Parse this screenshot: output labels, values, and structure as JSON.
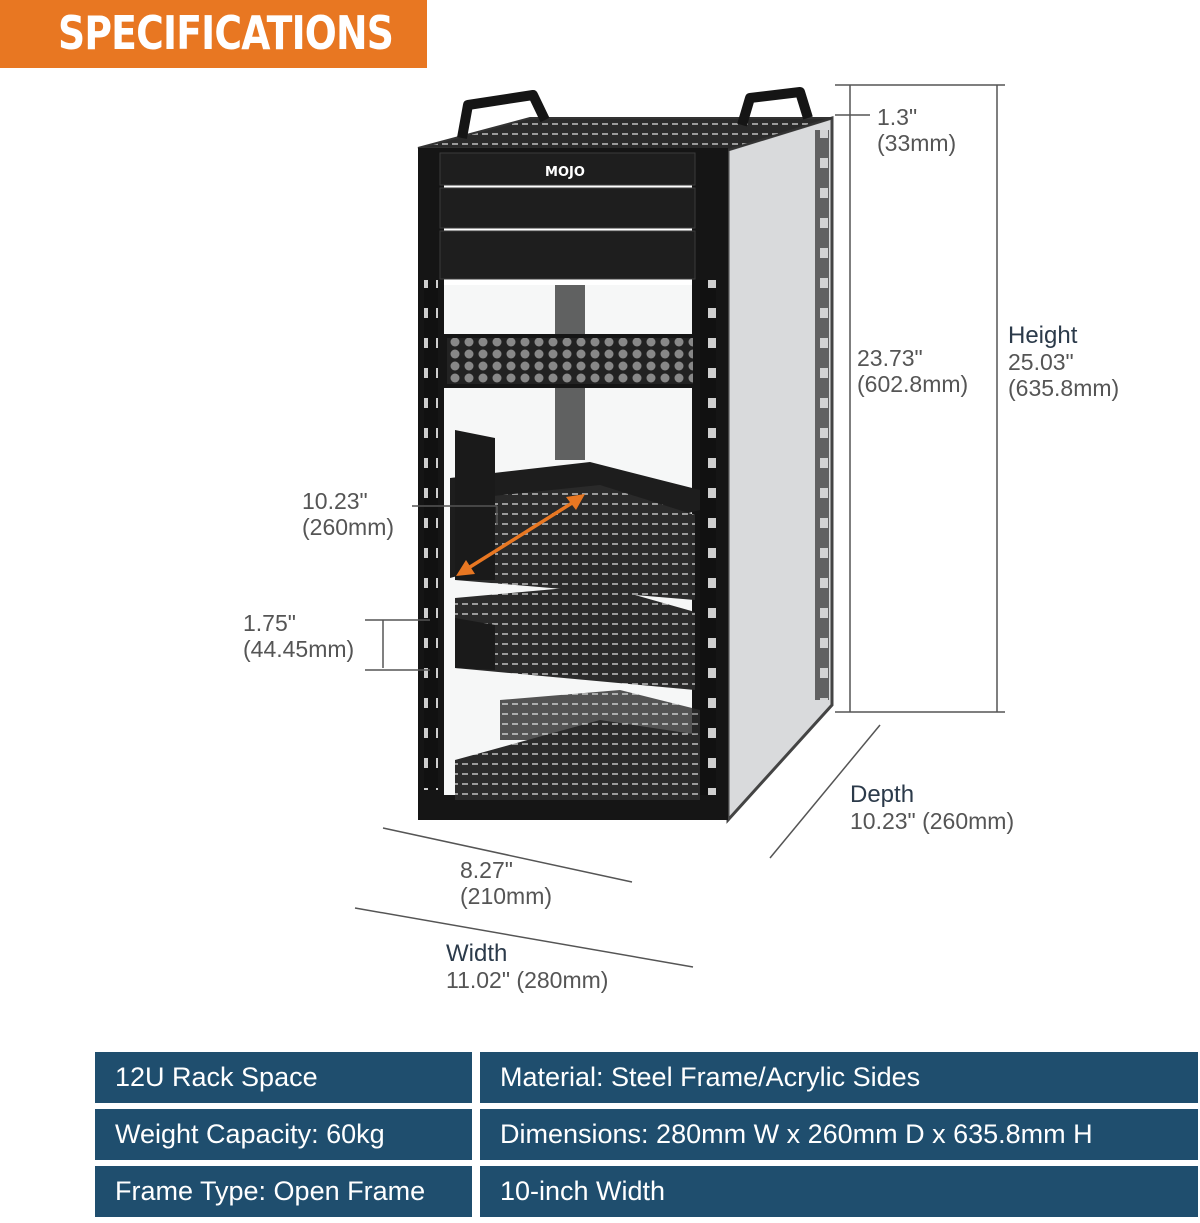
{
  "banner": {
    "title": "SPECIFICATIONS",
    "color": "#e87722"
  },
  "product": {
    "brand_logo": "MOJO"
  },
  "dimensions": {
    "top_gap": {
      "inch": "1.3\"",
      "mm": "(33mm)"
    },
    "frame_height": {
      "inch": "23.73\"",
      "mm": "(602.8mm)"
    },
    "height": {
      "label": "Height",
      "inch": "25.03\"",
      "mm": "(635.8mm)"
    },
    "shelf_depth": {
      "inch": "10.23\"",
      "mm": "(260mm)"
    },
    "rack_unit": {
      "inch": "1.75\"",
      "mm": "(44.45mm)"
    },
    "depth": {
      "label": "Depth",
      "value": "10.23\" (260mm)"
    },
    "inner_width": {
      "inch": "8.27\"",
      "mm": "(210mm)"
    },
    "width": {
      "label": "Width",
      "value": "11.02\" (280mm)"
    }
  },
  "specs": [
    {
      "left": "12U Rack Space",
      "right": "Material: Steel Frame/Acrylic Sides"
    },
    {
      "left": "Weight Capacity: 60kg",
      "right": "Dimensions: 280mm W x 260mm D x 635.8mm H"
    },
    {
      "left": "Frame Type: Open Frame",
      "right": "10-inch Width"
    }
  ],
  "colors": {
    "table_bg": "#1f4e6e",
    "accent": "#e87722",
    "frame": "#1a1a1a"
  }
}
